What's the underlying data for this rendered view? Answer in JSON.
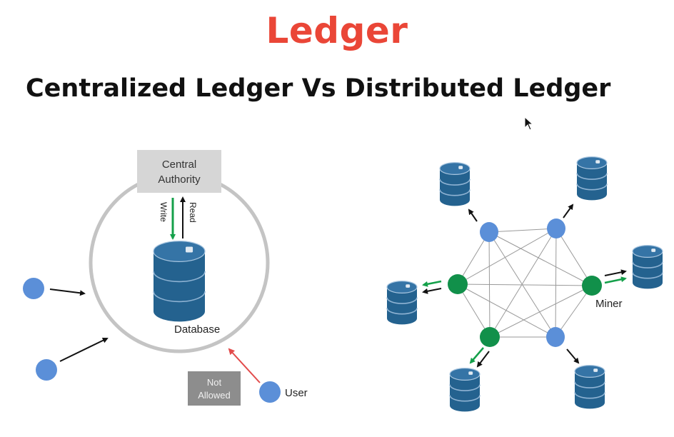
{
  "title": "Ledger",
  "subtitle": "Centralized Ledger Vs Distributed Ledger",
  "colors": {
    "title": "#ea4637",
    "node_blue": "#5b8fd8",
    "node_green": "#11904a",
    "db_blue": "#24628f",
    "arrow_green": "#14a04a",
    "arrow_red": "#e24b4b"
  },
  "centralized": {
    "authority_line1": "Central",
    "authority_line2": "Authority",
    "write_label": "Write",
    "read_label": "Read",
    "database_label": "Database",
    "not_allowed_line1": "Not",
    "not_allowed_line2": "Allowed",
    "user_label": "User"
  },
  "distributed": {
    "miner_label": "Miner"
  },
  "icons": [
    "database-icon",
    "mouse-cursor-icon"
  ]
}
